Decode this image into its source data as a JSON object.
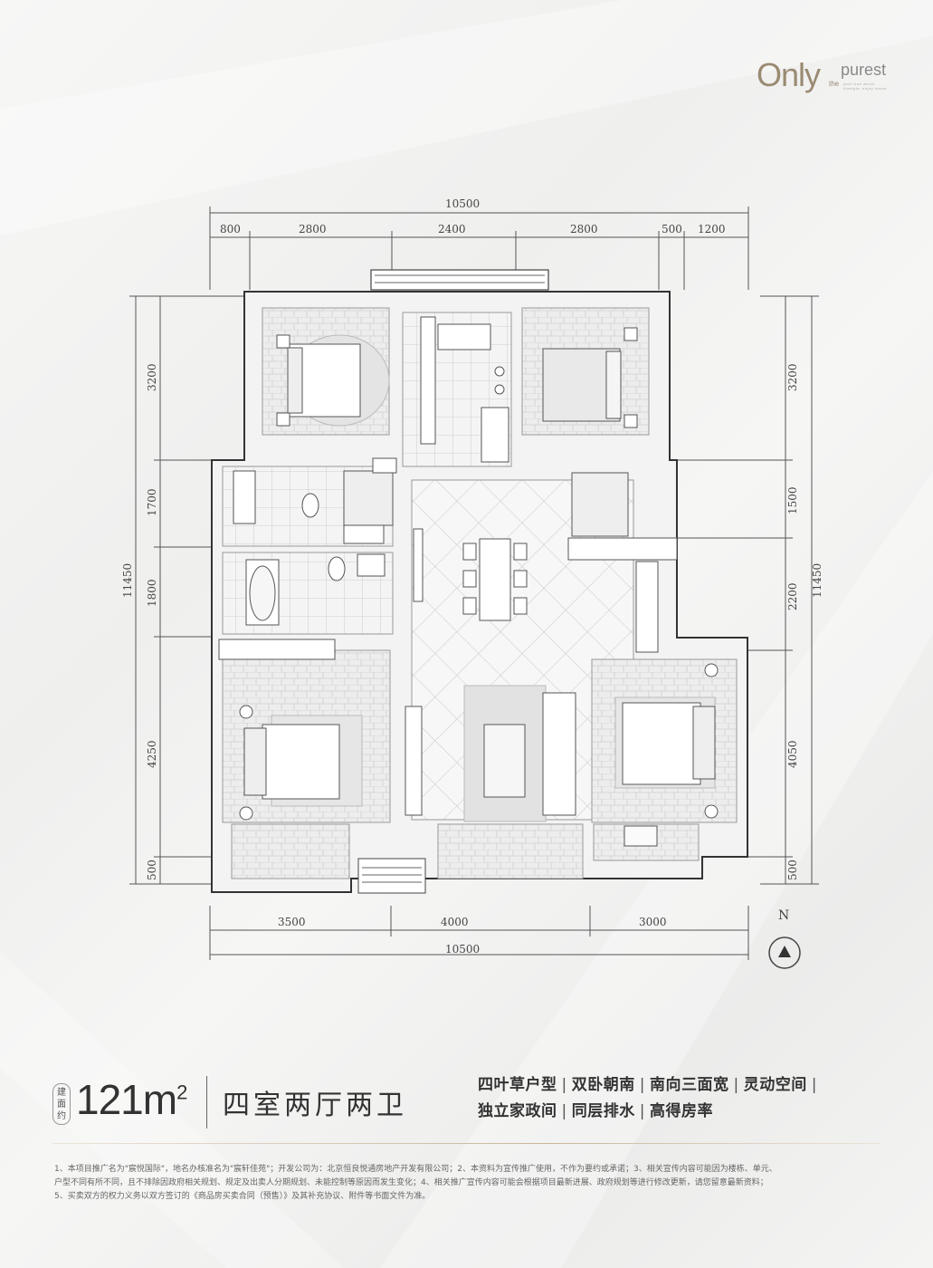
{
  "brand": {
    "only": "Only",
    "the": "the",
    "purest": "purest",
    "tagline": "your true world, lifestyle, enjoy house"
  },
  "dimensions": {
    "top_total": "10500",
    "top_segments": [
      "800",
      "2800",
      "2400",
      "2800",
      "500",
      "1200"
    ],
    "bottom_segments": [
      "3500",
      "4000",
      "3000"
    ],
    "bottom_total": "10500",
    "left_segments": [
      "3200",
      "1700",
      "1800",
      "4250",
      "500"
    ],
    "left_total": "11450",
    "right_segments": [
      "3200",
      "1500",
      "2200",
      "4050",
      "500"
    ],
    "right_total": "11450"
  },
  "compass": {
    "label": "N"
  },
  "unit": {
    "area_badge": "建面约",
    "area_value": "121m",
    "area_unit_sup": "2",
    "layout_name": "四室两厅两卫"
  },
  "features": {
    "row1": [
      "四叶草户型",
      "双卧朝南",
      "南向三面宽",
      "灵动空间"
    ],
    "row2": [
      "独立家政间",
      "同层排水",
      "高得房率"
    ],
    "separator": "|"
  },
  "disclaimer": [
    "1、本项目推广名为\"宸悦国际\"，地名办核准名为\"宸轩佳苑\"；开发公司为：北京恒良悦通房地产开发有限公司；2、本资料为宣传推广使用，不作为要约或承诺；3、相关宣传内容可能因为楼栋、单元、",
    "户型不同有所不同，且不排除因政府相关规划、规定及出卖人分期规划、未能控制等原因而发生变化；4、相关推广宣传内容可能会根据项目最新进展、政府规划等进行修改更新，请您留意最新资料；",
    "5、买卖双方的权力义务以双方签订的《商品房买卖合同（预售）》及其补充协议、附件等书面文件为准。"
  ]
}
